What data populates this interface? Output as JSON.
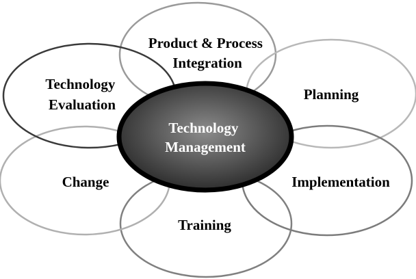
{
  "center": {
    "label_lines": [
      "Technology",
      "Management"
    ]
  },
  "nodes": [
    {
      "id": "product-process-integration",
      "label_lines": [
        "Product & Process",
        "Integration"
      ],
      "stroke": "#9a9a9a"
    },
    {
      "id": "planning",
      "label_lines": [
        "Planning"
      ],
      "stroke": "#b8b8b8"
    },
    {
      "id": "implementation",
      "label_lines": [
        "Implementation"
      ],
      "stroke": "#7c7c7c"
    },
    {
      "id": "training",
      "label_lines": [
        "Training"
      ],
      "stroke": "#808080"
    },
    {
      "id": "change",
      "label_lines": [
        "Change"
      ],
      "stroke": "#b0b0b0"
    },
    {
      "id": "technology-evaluation",
      "label_lines": [
        "Technology",
        "Evaluation"
      ],
      "stroke": "#3a3a3a"
    }
  ],
  "colors": {
    "center_fill_inner": "#8c8c8c",
    "center_fill_outer": "#2e2e2e",
    "center_border": "#000000",
    "center_text": "#ffffff",
    "node_text": "#000000",
    "background": "#ffffff"
  }
}
